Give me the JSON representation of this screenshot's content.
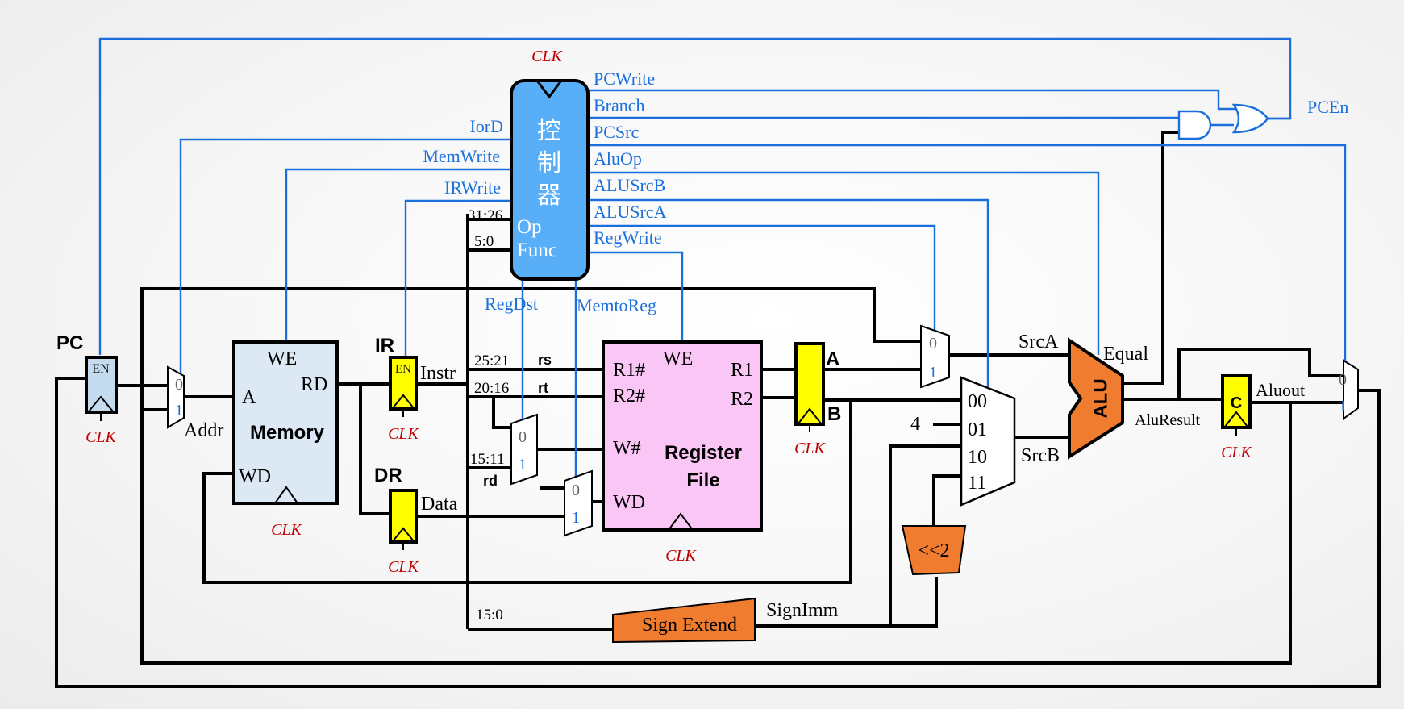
{
  "clock_label": "CLK",
  "blocks": {
    "pc": {
      "title": "PC",
      "enable": "EN"
    },
    "memory": {
      "title": "Memory",
      "we": "WE",
      "a": "A",
      "rd": "RD",
      "wd": "WD"
    },
    "ir": {
      "title": "IR",
      "enable": "EN"
    },
    "dr": {
      "title": "DR"
    },
    "register_file": {
      "title_line1": "Register",
      "title_line2": "File",
      "we": "WE",
      "r1n": "R1#",
      "r2n": "R2#",
      "wn": "W#",
      "wd": "WD",
      "r1": "R1",
      "r2": "R2"
    },
    "reg_a": {
      "title": "A"
    },
    "reg_b": {
      "title": "B"
    },
    "reg_c": {
      "title": "C"
    },
    "controller": {
      "title_line1": "控",
      "title_line2": "制",
      "title_line3": "器",
      "op": "Op",
      "func": "Func"
    },
    "alu": {
      "title": "ALU"
    },
    "sign_extend": {
      "title": "Sign Extend"
    },
    "shift": {
      "title": "<<2"
    }
  },
  "mux": {
    "zero": "0",
    "one": "1"
  },
  "mux4_inputs": [
    "00",
    "01",
    "10",
    "11"
  ],
  "constant_four": "4",
  "control_signals": {
    "iord": "IorD",
    "memwrite": "MemWrite",
    "irwrite": "IRWrite",
    "pcwrite": "PCWrite",
    "branch": "Branch",
    "pcsrc": "PCSrc",
    "aluop": "AluOp",
    "alusrcb": "ALUSrcB",
    "alusrca": "ALUSrcA",
    "regwrite": "RegWrite",
    "regdst": "RegDst",
    "memtoreg": "MemtoReg",
    "pcen": "PCEn"
  },
  "signal_labels": {
    "addr": "Addr",
    "instr": "Instr",
    "data": "Data",
    "srca": "SrcA",
    "srcb": "SrcB",
    "equal": "Equal",
    "aluresult": "AluResult",
    "aluout": "Aluout",
    "signimm": "SignImm"
  },
  "bit_fields": {
    "op_bits": "31:26",
    "func_bits": "5:0",
    "rs_bits": "25:21",
    "rt_bits": "20:16",
    "rd_bits": "15:11",
    "imm_bits": "15:0",
    "rs": "rs",
    "rt": "rt",
    "rd": "rd"
  },
  "colors": {
    "wire": "#000000",
    "control": "#1b6fdc",
    "clk": "#c00000",
    "memory_fill": "#dce9f5",
    "register_file_fill": "#f9c6f5",
    "latch_fill": "#ffff00",
    "controller_fill": "#59aef8",
    "pc_fill": "#c5dcf0",
    "alu_fill": "#f07c30"
  }
}
